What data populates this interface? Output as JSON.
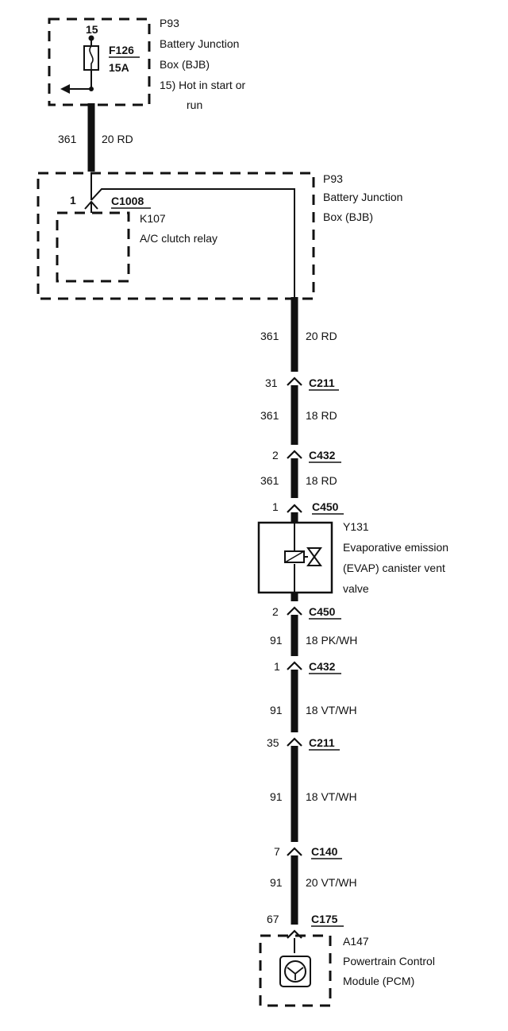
{
  "fuse_box": {
    "ref": "P93",
    "name_line1": "Battery Junction",
    "name_line2": "Box (BJB)",
    "note_line1": "15)  Hot in start or",
    "note_line2": "run",
    "pin": "15",
    "fuse_id": "F126",
    "fuse_rating": "15A"
  },
  "relay_box": {
    "ref": "P93",
    "name_line1": "Battery Junction",
    "name_line2": "Box (BJB)",
    "pin": "1",
    "connector": "C1008",
    "relay_ref": "K107",
    "relay_name": "A/C clutch relay"
  },
  "wires": [
    {
      "circuit": "361",
      "spec": "20 RD"
    },
    {
      "circuit": "361",
      "spec": "20 RD"
    },
    {
      "circuit": "361",
      "spec": "18 RD"
    },
    {
      "circuit": "361",
      "spec": "18 RD"
    },
    {
      "circuit": "91",
      "spec": "18 PK/WH"
    },
    {
      "circuit": "91",
      "spec": "18 VT/WH"
    },
    {
      "circuit": "91",
      "spec": "18 VT/WH"
    },
    {
      "circuit": "91",
      "spec": "20 VT/WH"
    }
  ],
  "connectors": [
    {
      "pin": "31",
      "id": "C211"
    },
    {
      "pin": "2",
      "id": "C432"
    },
    {
      "pin": "1",
      "id": "C450"
    },
    {
      "pin": "2",
      "id": "C450"
    },
    {
      "pin": "1",
      "id": "C432"
    },
    {
      "pin": "35",
      "id": "C211"
    },
    {
      "pin": "7",
      "id": "C140"
    },
    {
      "pin": "67",
      "id": "C175"
    }
  ],
  "valve": {
    "ref": "Y131",
    "name_line1": "Evaporative emission",
    "name_line2": "(EVAP) canister vent",
    "name_line3": "valve"
  },
  "pcm": {
    "ref": "A147",
    "name_line1": "Powertrain Control",
    "name_line2": "Module (PCM)"
  }
}
